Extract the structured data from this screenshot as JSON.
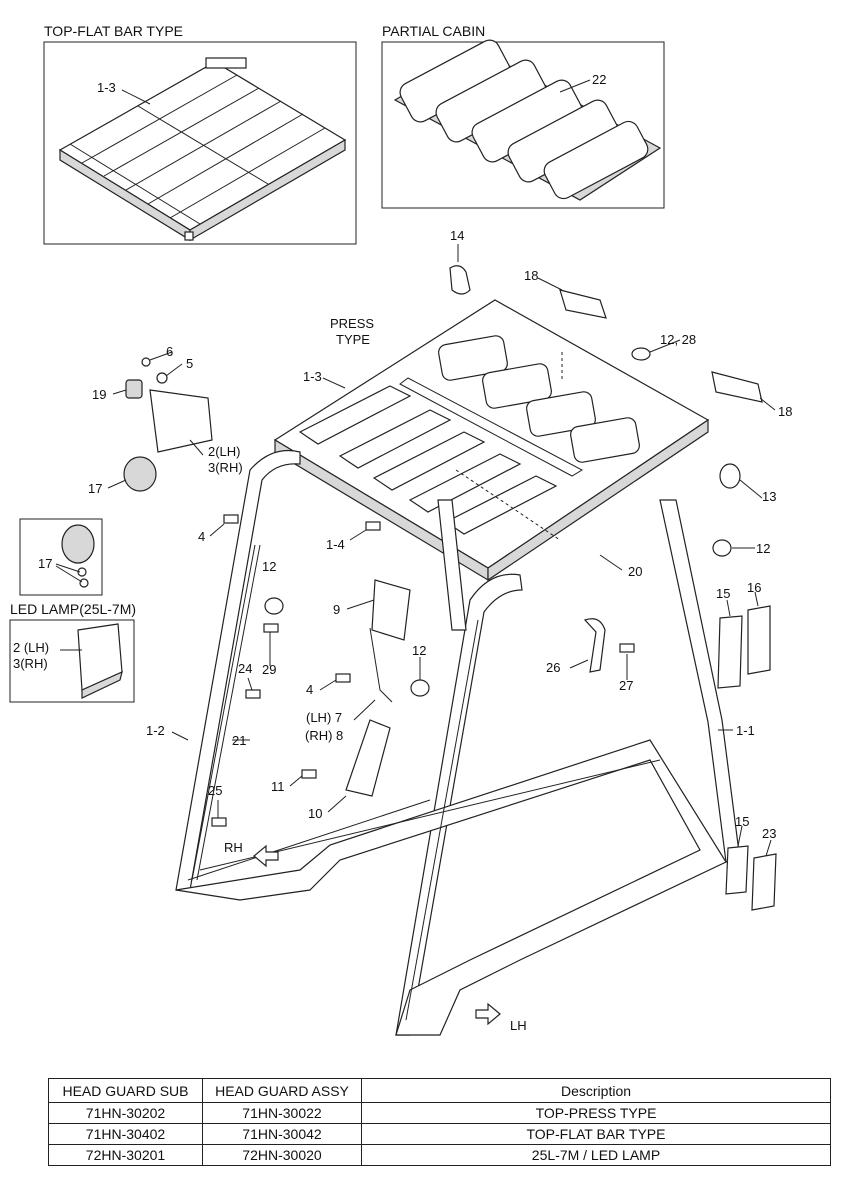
{
  "insets": {
    "top_flat": {
      "title": "TOP-FLAT BAR TYPE",
      "label": "1-3"
    },
    "partial_cabin": {
      "title": "PARTIAL CABIN",
      "label": "22"
    },
    "led_lamp": {
      "title": "LED LAMP(25L-7M)",
      "label_lh": "2 (LH)",
      "label_rh": "3(RH)"
    },
    "lamp17": {
      "label": "17"
    }
  },
  "callouts": {
    "press_type_1": "PRESS",
    "press_type_2": "TYPE",
    "c14": "14",
    "c18a": "18",
    "c18b": "18",
    "c12_28": "12, 28",
    "c6": "6",
    "c5": "5",
    "c19": "19",
    "c1_3": "1-3",
    "c2lh": "2(LH)",
    "c3rh": "3(RH)",
    "c17": "17",
    "c4a": "4",
    "c1_4": "1-4",
    "c13": "13",
    "c12a": "12",
    "c20": "20",
    "c12b": "12",
    "c15a": "15",
    "c16": "16",
    "c9": "9",
    "c12c": "12",
    "c26": "26",
    "c27": "27",
    "c29": "29",
    "c24": "24",
    "c4b": "4",
    "c7": "(LH) 7",
    "c8": "(RH) 8",
    "c1_2": "1-2",
    "c21": "21",
    "c1_1": "1-1",
    "c11": "11",
    "c10": "10",
    "c25": "25",
    "c15b": "15",
    "c23": "23",
    "rh": "RH",
    "lh": "LH"
  },
  "table": {
    "headers": [
      "HEAD GUARD SUB",
      "HEAD GUARD ASSY",
      "Description"
    ],
    "rows": [
      [
        "71HN-30202",
        "71HN-30022",
        "TOP-PRESS TYPE"
      ],
      [
        "71HN-30402",
        "71HN-30042",
        "TOP-FLAT BAR TYPE"
      ],
      [
        "72HN-30201",
        "72HN-30020",
        "25L-7M / LED LAMP"
      ]
    ]
  }
}
